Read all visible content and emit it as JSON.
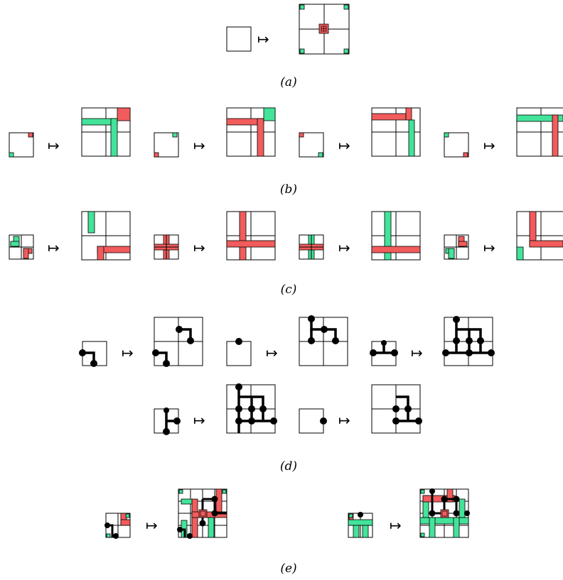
{
  "figure": {
    "arrow_symbol": "↦",
    "colors": {
      "red": "#f25c5c",
      "green": "#43e39a",
      "line": "#000000",
      "background": "#ffffff"
    },
    "panels": [
      {
        "id": "a",
        "caption": "(a)",
        "rules": 1
      },
      {
        "id": "b",
        "caption": "(b)",
        "rules": 4
      },
      {
        "id": "c",
        "caption": "(c)",
        "rules": 4
      },
      {
        "id": "d",
        "caption": "(d)",
        "rules": 5
      },
      {
        "id": "e",
        "caption": "(e)",
        "rules": 2
      }
    ]
  }
}
